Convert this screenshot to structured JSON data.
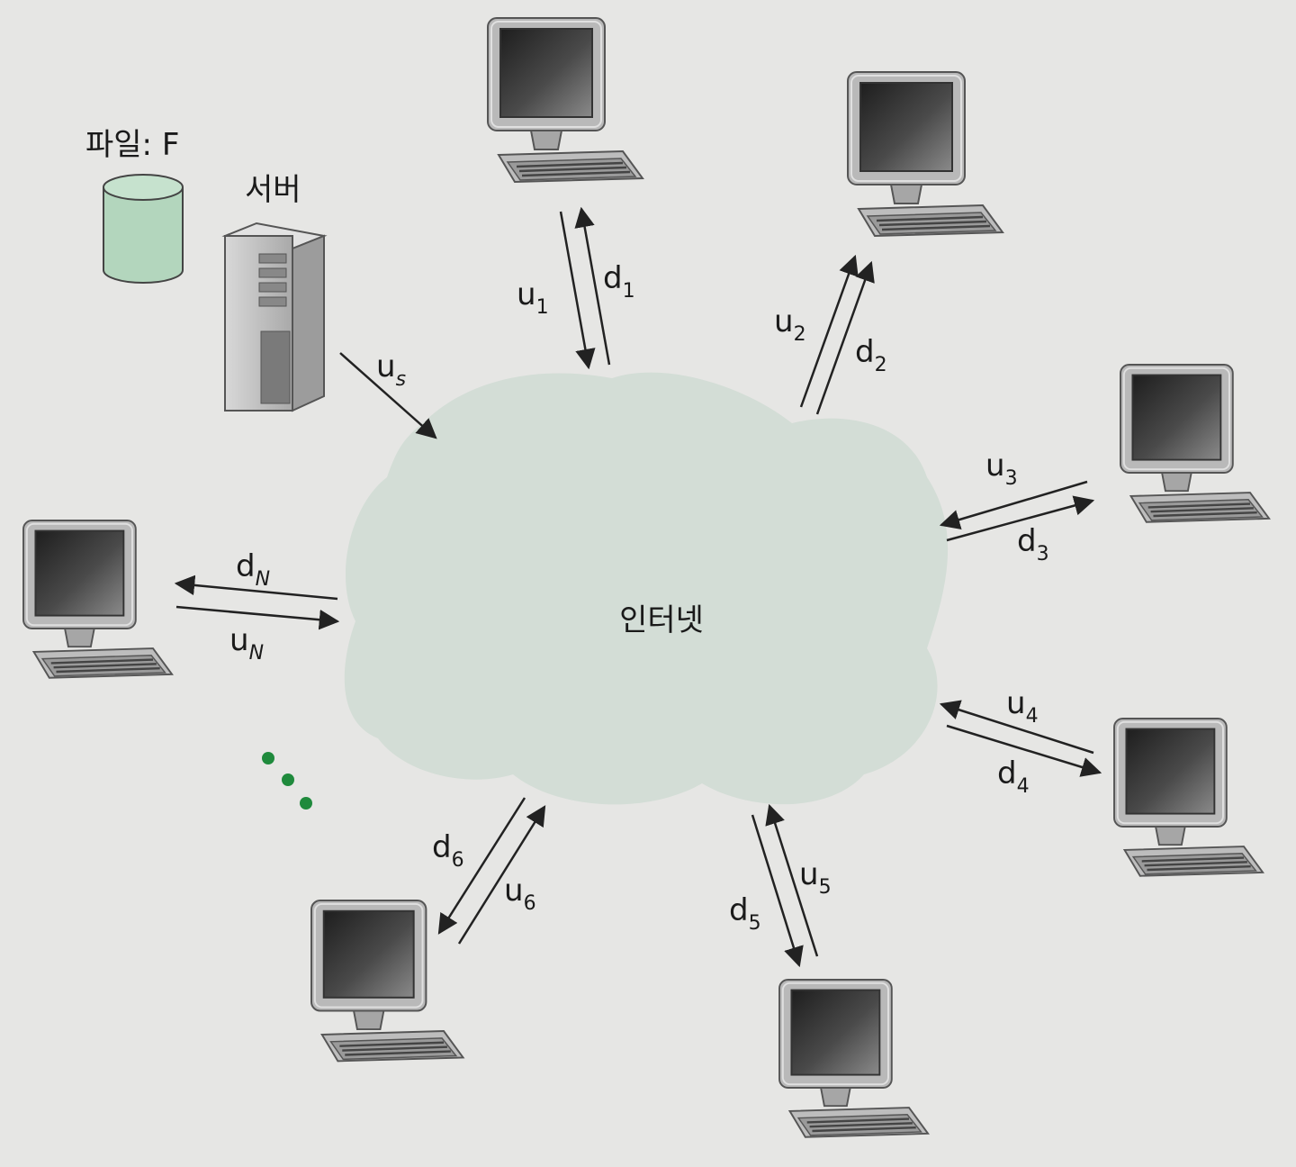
{
  "file_label": "파일: F",
  "server_label": "서버",
  "internet_label": "인터넷",
  "server_link": {
    "u": "u",
    "u_sub": "s"
  },
  "peers": [
    {
      "id": "1",
      "u": "u",
      "u_sub": "1",
      "d": "d",
      "d_sub": "1"
    },
    {
      "id": "2",
      "u": "u",
      "u_sub": "2",
      "d": "d",
      "d_sub": "2"
    },
    {
      "id": "3",
      "u": "u",
      "u_sub": "3",
      "d": "d",
      "d_sub": "3"
    },
    {
      "id": "4",
      "u": "u",
      "u_sub": "4",
      "d": "d",
      "d_sub": "4"
    },
    {
      "id": "5",
      "u": "u",
      "u_sub": "5",
      "d": "d",
      "d_sub": "5"
    },
    {
      "id": "6",
      "u": "u",
      "u_sub": "6",
      "d": "d",
      "d_sub": "6"
    },
    {
      "id": "N",
      "u": "u",
      "u_sub": "N",
      "d": "d",
      "d_sub": "N"
    }
  ],
  "colors": {
    "background": "#e6e6e4",
    "cloud": "#d3ddd6",
    "file_cylinder": "#b3d6bd",
    "ellipsis_dots": "#1f8a3c",
    "arrow": "#222222"
  }
}
